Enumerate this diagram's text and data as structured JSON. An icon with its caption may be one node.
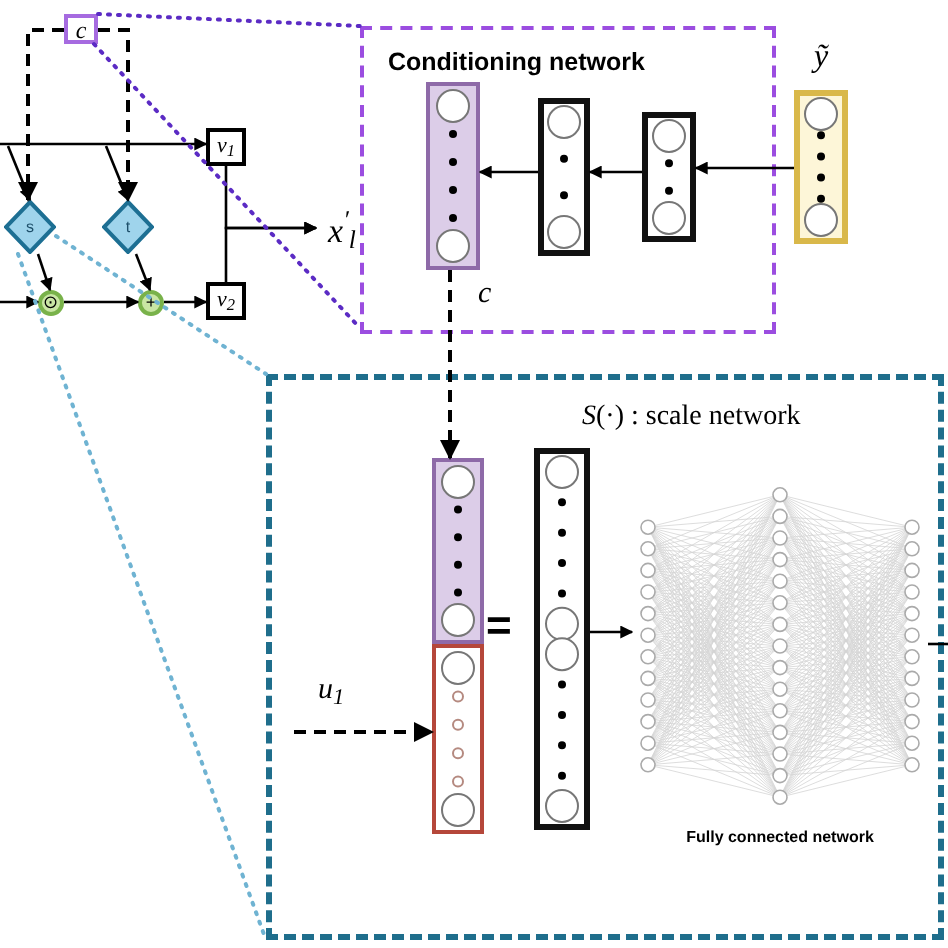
{
  "diagram": {
    "nodes": [
      {
        "text": [
          "c"
        ]
      },
      {
        "text": [
          "s"
        ]
      },
      {
        "text": [
          "t"
        ]
      },
      {
        "text": [
          "⊙"
        ]
      },
      {
        "text": [
          "+"
        ]
      },
      {
        "text": [
          "v$_{1}$"
        ]
      },
      {
        "text": [
          "v$_{2}$"
        ]
      },
      {
        "text": [
          "x$^{′}$$_{l}$"
        ]
      },
      {
        "text": [
          "Conditioning network"
        ]
      },
      {
        "text": [],
        "shape": "bar",
        "in": 8
      },
      {
        "text": [],
        "shape": "bar",
        "in": 8
      },
      {
        "text": [],
        "shape": "bar",
        "in": 8
      },
      {
        "text": [
          "ỹ"
        ]
      },
      {
        "text": [
          "*S*(·) : scale network"
        ]
      },
      {
        "text": [],
        "shape": "bar",
        "in": 13
      },
      {
        "text": [],
        "shape": "bar",
        "in": 13
      },
      {
        "text": [],
        "shape": "bar",
        "in": 13
      },
      {
        "text": [
          "Fully connected network"
        ],
        "in": 13
      }
    ],
    "edges": [
      {
        "from": 0,
        "to": 1,
        "arrow": "to",
        "style": "dashed"
      },
      {
        "from": 0,
        "to": 2,
        "arrow": "to",
        "style": "dashed"
      },
      {
        "from": null,
        "to": 5,
        "arrow": "to"
      },
      {
        "from": null,
        "to": 1,
        "arrow": "to"
      },
      {
        "from": null,
        "to": 2,
        "arrow": "to"
      },
      {
        "from": 1,
        "to": 3,
        "arrow": "to"
      },
      {
        "from": 2,
        "to": 4,
        "arrow": "to"
      },
      {
        "from": null,
        "to": 3,
        "arrow": "to"
      },
      {
        "from": 3,
        "to": 4,
        "arrow": "to"
      },
      {
        "from": 4,
        "to": 6,
        "arrow": "to"
      },
      {
        "from": 5,
        "to": 7,
        "arrow": "to"
      },
      {
        "from": 6,
        "to": 7,
        "arrow": "to"
      },
      {
        "from": 12,
        "to": 11,
        "arrow": "to"
      },
      {
        "from": 11,
        "to": 10,
        "arrow": "to"
      },
      {
        "from": 10,
        "to": 9,
        "arrow": "to"
      },
      {
        "from": 9,
        "to": 14,
        "arrow": "to",
        "style": "dashed",
        "label": "c"
      },
      {
        "from": null,
        "to": 15,
        "arrow": "to",
        "style": "dashed",
        "label": "u$_{1}$"
      },
      {
        "from": 16,
        "to": 17,
        "arrow": "to"
      },
      {
        "from": 17,
        "to": null,
        "arrow": "none"
      },
      {
        "from": 0,
        "to": 8,
        "arrow": "none",
        "style": "dashed",
        "color": "#5b2bc4"
      },
      {
        "from": 0,
        "to": 8,
        "arrow": "none",
        "style": "dashed",
        "color": "#5b2bc4"
      },
      {
        "from": 1,
        "to": 13,
        "arrow": "none",
        "style": "dashed",
        "color": "#6fb3d2"
      },
      {
        "from": 1,
        "to": 13,
        "arrow": "none",
        "style": "dashed",
        "color": "#6fb3d2"
      }
    ],
    "labels": [
      "="
    ]
  }
}
